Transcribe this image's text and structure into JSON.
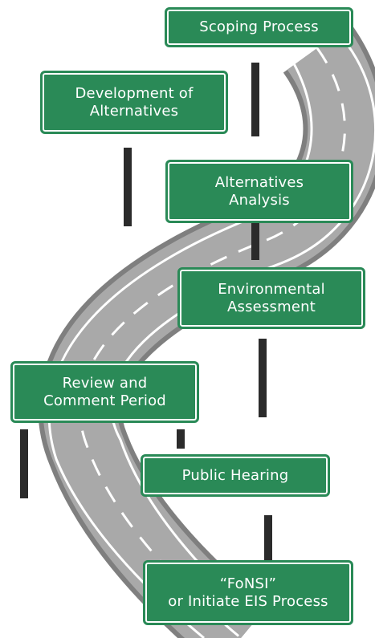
{
  "colors": {
    "sign_green": "#2a8a57",
    "sign_text": "#ffffff",
    "road_gray": "#a9a9a9",
    "road_edge": "#7f7f7f",
    "lane_marking": "#ffffff",
    "post": "#2b2b2b"
  },
  "signs": [
    {
      "id": "scoping",
      "label": "Scoping Process"
    },
    {
      "id": "development",
      "label": "Development of\nAlternatives"
    },
    {
      "id": "analysis",
      "label": "Alternatives\nAnalysis"
    },
    {
      "id": "assessment",
      "label": "Environmental\nAssessment"
    },
    {
      "id": "review",
      "label": "Review and\nComment Period"
    },
    {
      "id": "hearing",
      "label": "Public Hearing"
    },
    {
      "id": "fonsi",
      "label": "“FoNSI”\nor Initiate EIS Process"
    }
  ]
}
